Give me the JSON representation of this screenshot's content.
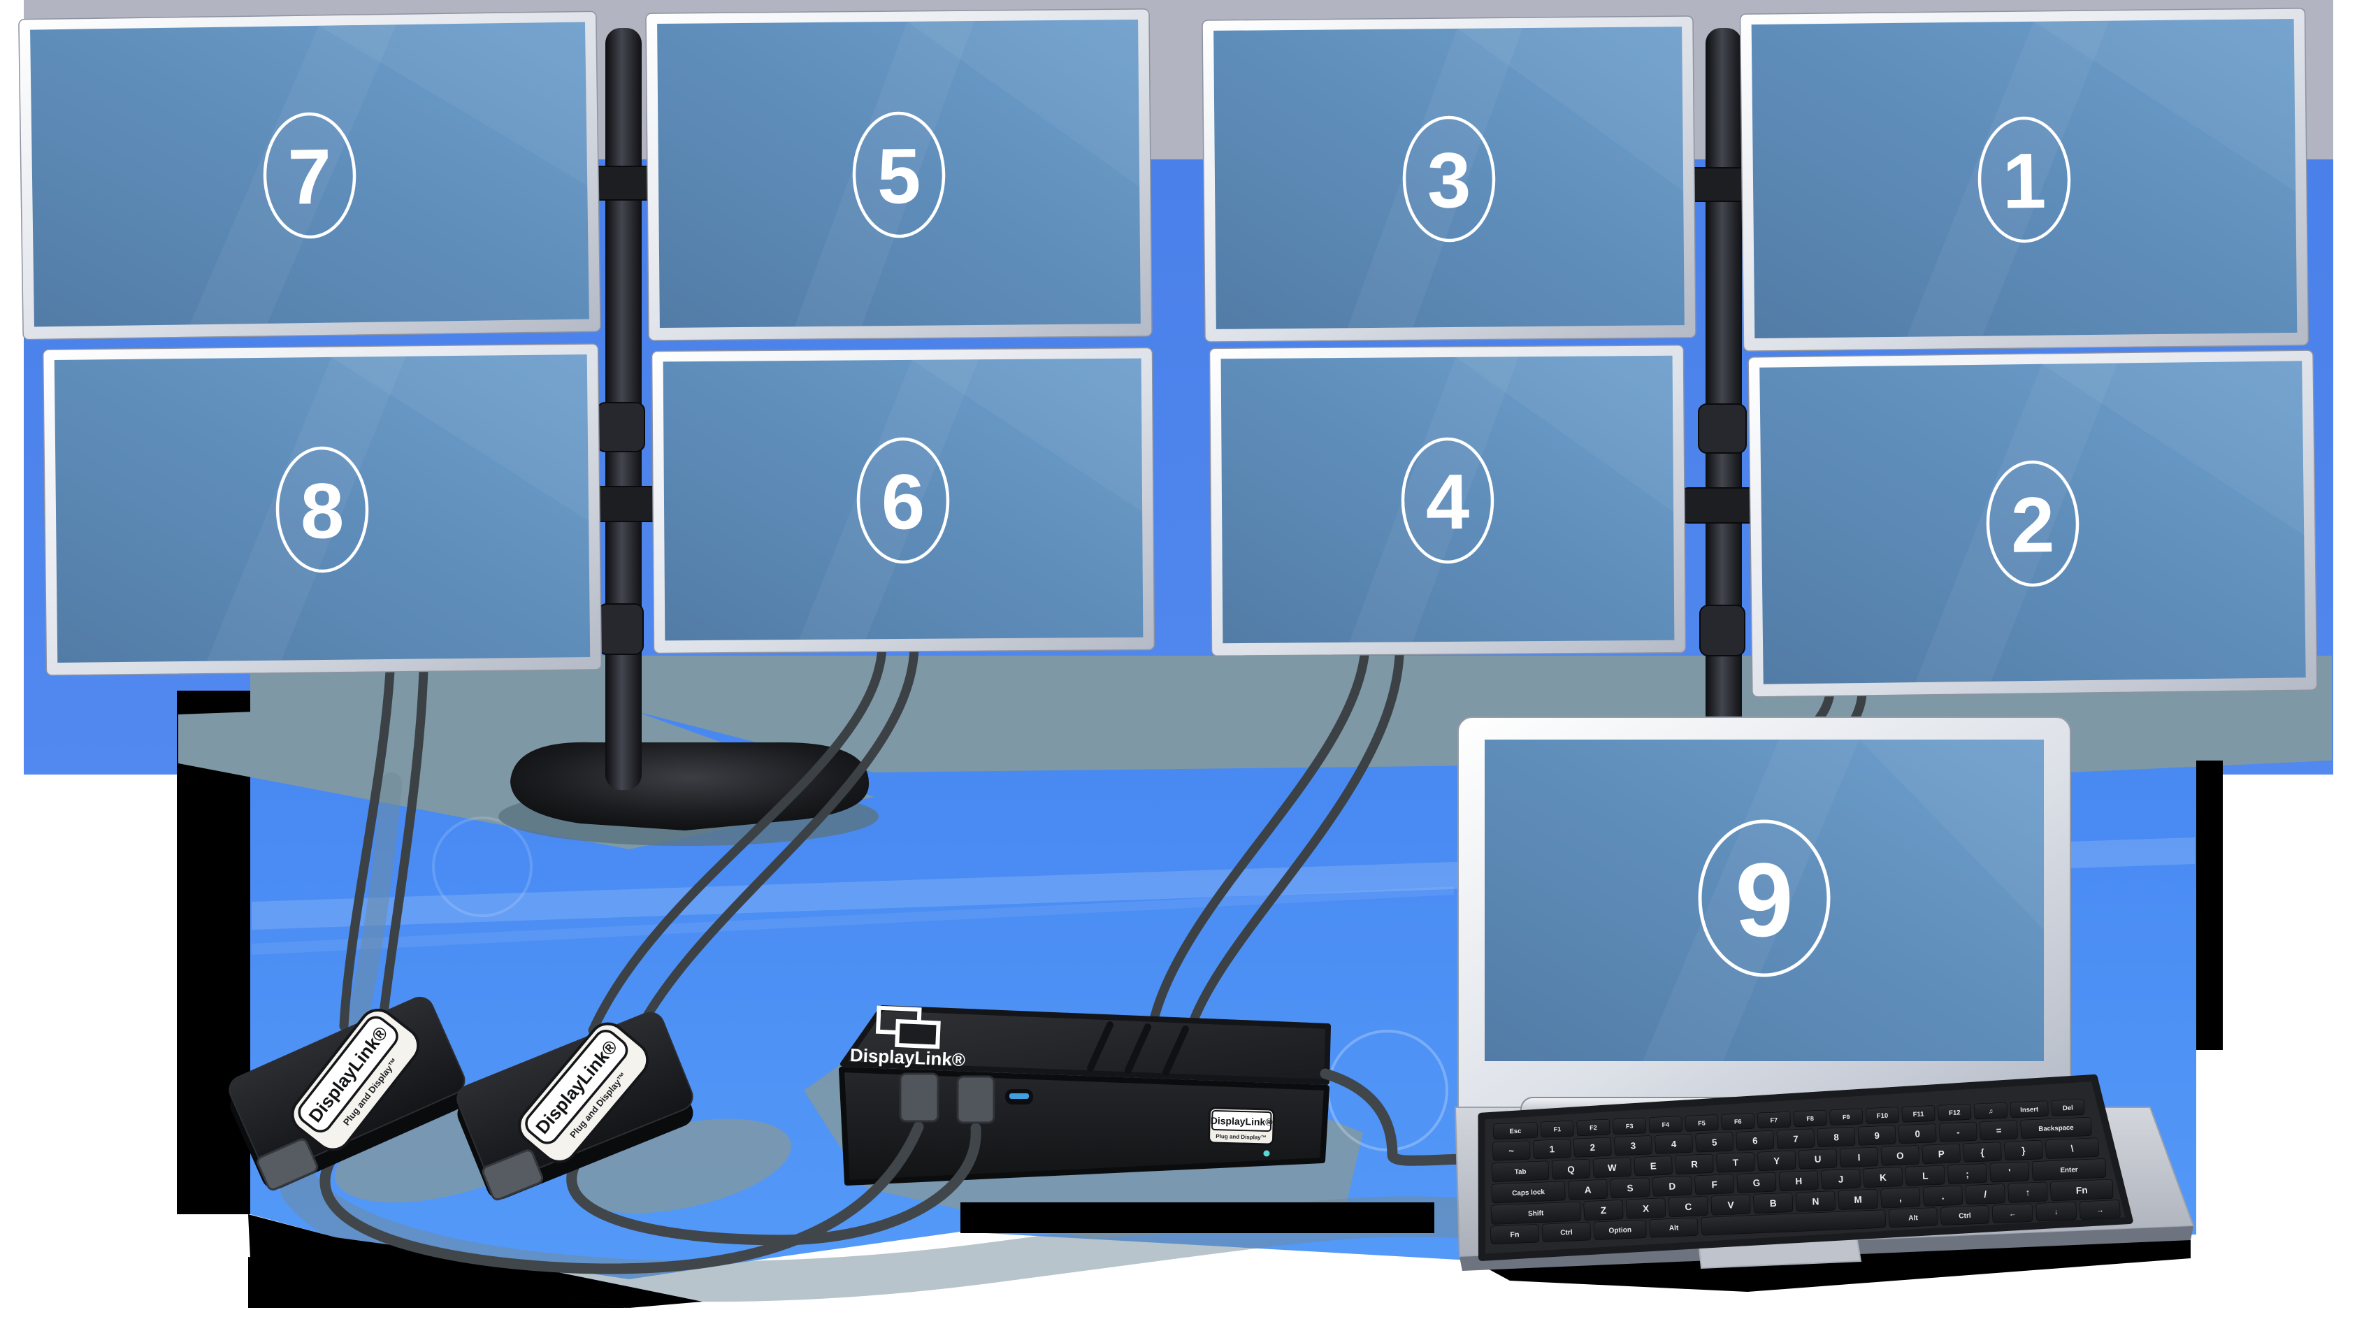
{
  "monitors": {
    "m1": {
      "label": "1"
    },
    "m2": {
      "label": "2"
    },
    "m3": {
      "label": "3"
    },
    "m4": {
      "label": "4"
    },
    "m5": {
      "label": "5"
    },
    "m6": {
      "label": "6"
    },
    "m7": {
      "label": "7"
    },
    "m8": {
      "label": "8"
    }
  },
  "laptop": {
    "screen_label": "9",
    "keyboard": {
      "rows": [
        [
          "Esc",
          "F1",
          "F2",
          "F3",
          "F4",
          "F5",
          "F6",
          "F7",
          "F8",
          "F9",
          "F10",
          "F11",
          "F12",
          "♫",
          "Insert",
          "Del"
        ],
        [
          "~",
          "1",
          "2",
          "3",
          "4",
          "5",
          "6",
          "7",
          "8",
          "9",
          "0",
          "-",
          "=",
          "Backspace"
        ],
        [
          "Tab",
          "Q",
          "W",
          "E",
          "R",
          "T",
          "Y",
          "U",
          "I",
          "O",
          "P",
          "{",
          "}",
          "\\"
        ],
        [
          "Caps lock",
          "A",
          "S",
          "D",
          "F",
          "G",
          "H",
          "J",
          "K",
          "L",
          ";",
          "'",
          "Enter"
        ],
        [
          "Shift",
          "Z",
          "X",
          "C",
          "V",
          "B",
          "N",
          "M",
          ",",
          ".",
          "/",
          "↑",
          "Fn"
        ],
        [
          "Fn",
          "Ctrl",
          "Option",
          "Alt",
          "",
          "Alt",
          "Ctrl",
          "←",
          "↓",
          "→"
        ]
      ]
    }
  },
  "dock": {
    "logo_text": "DisplayLink®",
    "label_title": "DisplayLink®",
    "label_subtitle": "Plug and Display™"
  },
  "adapters": [
    {
      "label_title": "DisplayLink®",
      "label_subtitle": "Plug and Display™"
    },
    {
      "label_title": "DisplayLink®",
      "label_subtitle": "Plug and Display™"
    }
  ],
  "colors": {
    "wall_blue": "#4f86ee",
    "desk_blue": "#4a8cf4",
    "screen_blue": "#5f8dba",
    "shadow_gray": "#7e98a6",
    "band_gray": "#b2b5c1",
    "led_teal": "#5ad8d2",
    "usb_port_blue": "#3f9fe0"
  }
}
